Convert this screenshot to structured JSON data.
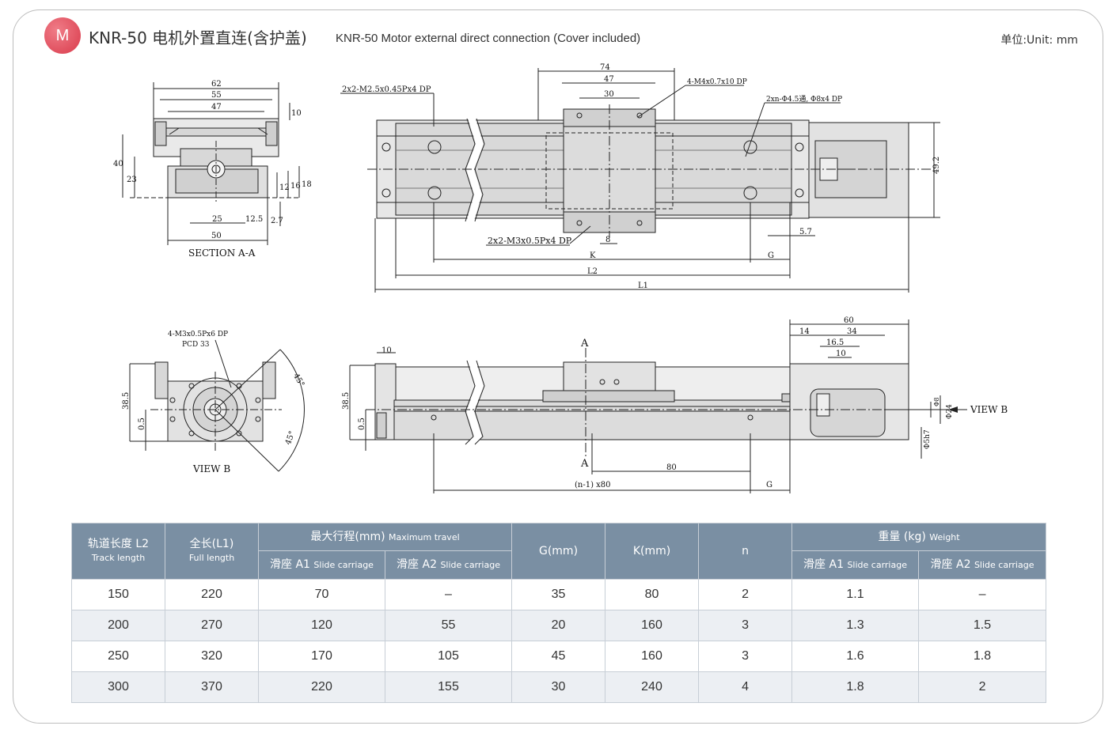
{
  "header": {
    "badge": "M",
    "title_cn": "KNR-50 电机外置直连(含护盖)",
    "title_en": "KNR-50 Motor  external direct connection (Cover included)",
    "unit": "单位:Unit: mm"
  },
  "drawing": {
    "section_label": "SECTION A-A",
    "view_b_label": "VIEW B",
    "view_b_arrow": "VIEW B",
    "section_marker": "A",
    "section_dims": [
      "62",
      "55",
      "47",
      "10",
      "40",
      "23",
      "12",
      "16",
      "18",
      "25",
      "12.5",
      "2.7",
      "50"
    ],
    "top_dims": [
      "74",
      "47",
      "30",
      "49.2",
      "5.7",
      "8",
      "K",
      "G",
      "L2",
      "L1"
    ],
    "top_notes": [
      "2x2-M2.5x0.45Px4 DP",
      "4-M4x0.7x10 DP",
      "2xn-Φ4.5通, Φ8x4 DP",
      "2x2-M3x0.5Px4 DP"
    ],
    "view_b_notes": [
      "4-M3x0.5Px6 DP",
      "PCD 33"
    ],
    "view_b_dims": [
      "45°",
      "45°",
      "38.5",
      "0.5"
    ],
    "side_dims": [
      "10",
      "38.5",
      "0.5",
      "60",
      "14",
      "34",
      "16.5",
      "10",
      "80",
      "(n-1) x80",
      "G",
      "Φ24",
      "Φ8",
      "Φ5h7"
    ]
  },
  "table": {
    "headers": {
      "track_cn": "轨道长度 L2",
      "track_en": "Track length",
      "full_cn": "全长(L1)",
      "full_en": "Full length",
      "travel_cn": "最大行程(mm)",
      "travel_en": "Maximum travel",
      "a1_cn": "滑座 A1",
      "a1_en": "Slide carriage",
      "a2_cn": "滑座 A2",
      "a2_en": "Slide carriage",
      "g": "G(mm)",
      "k": "K(mm)",
      "n": "n",
      "weight_cn": "重量 (kg)",
      "weight_en": "Weight",
      "wa1_cn": "滑座 A1",
      "wa1_en": "Slide carriage",
      "wa2_cn": "滑座 A2",
      "wa2_en": "Slide carriage"
    },
    "rows": [
      [
        "150",
        "220",
        "70",
        "–",
        "35",
        "80",
        "2",
        "1.1",
        "–"
      ],
      [
        "200",
        "270",
        "120",
        "55",
        "20",
        "160",
        "3",
        "1.3",
        "1.5"
      ],
      [
        "250",
        "320",
        "170",
        "105",
        "45",
        "160",
        "3",
        "1.6",
        "1.8"
      ],
      [
        "300",
        "370",
        "220",
        "155",
        "30",
        "240",
        "4",
        "1.8",
        "2"
      ]
    ]
  }
}
